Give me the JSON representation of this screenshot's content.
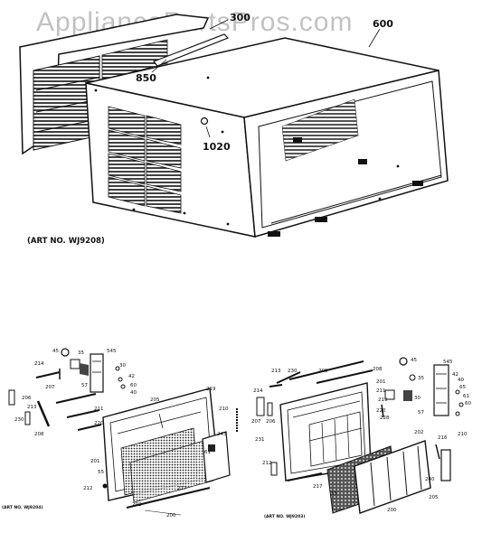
{
  "watermark": "AppliancePartsPros.com",
  "top_diagram": {
    "callouts": {
      "front_grille": "300",
      "top_strip": "850",
      "cabinet": "600",
      "fastener": "1020"
    },
    "art_no": "(ART NO. WJ9208)"
  },
  "left_diagram": {
    "callouts": [
      "214",
      "45",
      "35",
      "545",
      "30",
      "42",
      "60",
      "40",
      "57",
      "206",
      "230",
      "213",
      "207",
      "211",
      "220",
      "205",
      "208",
      "210",
      "219",
      "243",
      "55",
      "201",
      "212",
      "217",
      "202",
      "200",
      "61"
    ],
    "art_no": "(ART NO. WJ9204)"
  },
  "right_diagram": {
    "callouts": [
      "213",
      "230",
      "209",
      "208",
      "214",
      "207",
      "206",
      "201",
      "211",
      "220",
      "219",
      "228",
      "45",
      "35",
      "30",
      "545",
      "42",
      "65",
      "40",
      "60",
      "61",
      "57",
      "231",
      "212",
      "217",
      "55",
      "202",
      "210",
      "216",
      "240",
      "205",
      "200"
    ],
    "art_no": "(ART NO. WJ9203)"
  }
}
